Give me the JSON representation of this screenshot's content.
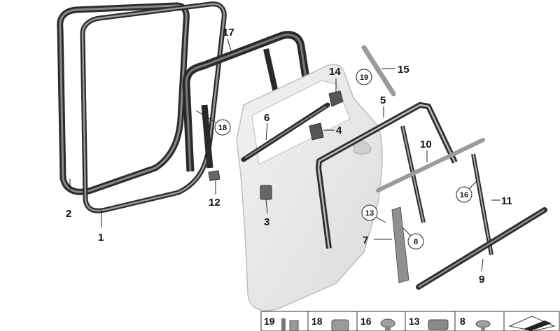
{
  "diagram": {
    "callouts": {
      "p1": "1",
      "p2": "2",
      "p3": "3",
      "p4": "4",
      "p5": "5",
      "p6": "6",
      "p7": "7",
      "p9": "9",
      "p10": "10",
      "p11": "11",
      "p12": "12",
      "p14": "14",
      "p15": "15",
      "p17": "17",
      "c8": "8",
      "c13": "13",
      "c16": "16",
      "c18": "18",
      "c19": "19"
    },
    "parts_strip": [
      "19",
      "18",
      "16",
      "13",
      "8"
    ]
  }
}
